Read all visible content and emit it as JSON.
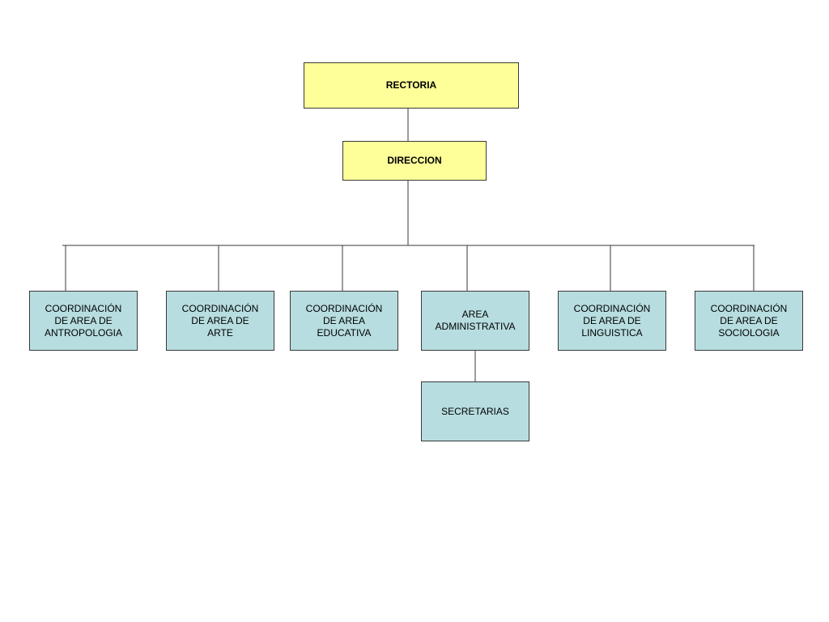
{
  "colors": {
    "top_fill": "#ffff99",
    "node_fill": "#b7dde0",
    "line": "#3a3a3a"
  },
  "nodes": {
    "rectoria": "RECTORIA",
    "direccion": "DIRECCION",
    "antropologia": "COORDINACIÓN\nDE AREA DE\nANTROPOLOGIA",
    "arte": "COORDINACIÓN\nDE AREA DE\nARTE",
    "educativa": "COORDINACIÓN\nDE AREA\nEDUCATIVA",
    "administrativa": "AREA\nADMINISTRATIVA",
    "linguistica": "COORDINACIÓN\nDE AREA DE\nLINGUISTICA",
    "sociologia": "COORDINACIÓN\nDE AREA DE\nSOCIOLOGIA",
    "secretarias": "SECRETARIAS"
  }
}
